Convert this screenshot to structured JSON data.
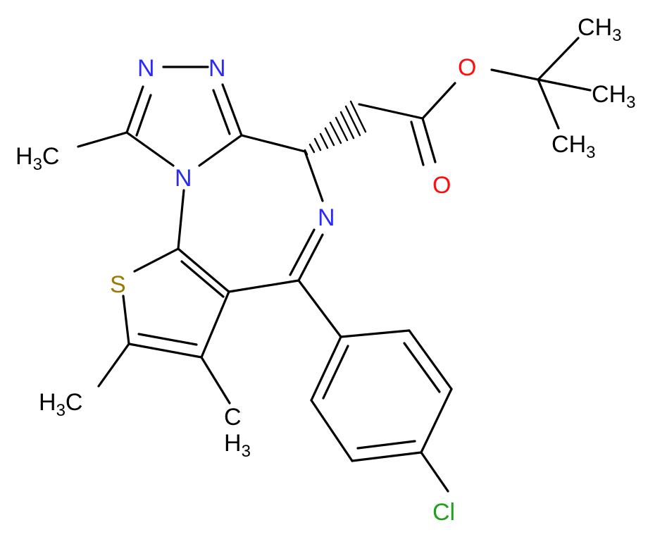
{
  "molecule": {
    "atoms": {
      "n1": {
        "text": "N",
        "color": "#2a2aff"
      },
      "n2": {
        "text": "N",
        "color": "#2a2aff"
      },
      "n4": {
        "text": "N",
        "color": "#2a2aff"
      },
      "n6": {
        "text": "N",
        "color": "#2a2aff"
      },
      "s": {
        "text": "S",
        "color": "#9b7a00"
      },
      "o_ether": {
        "text": "O",
        "color": "#ff0d0d"
      },
      "o_carbonyl": {
        "text": "O",
        "color": "#ff0d0d"
      },
      "cl": {
        "text": "Cl",
        "color": "#1fa01f"
      }
    },
    "methyls": {
      "label": "H",
      "subscript": "3",
      "carbon": "C",
      "color": "#000000"
    }
  }
}
